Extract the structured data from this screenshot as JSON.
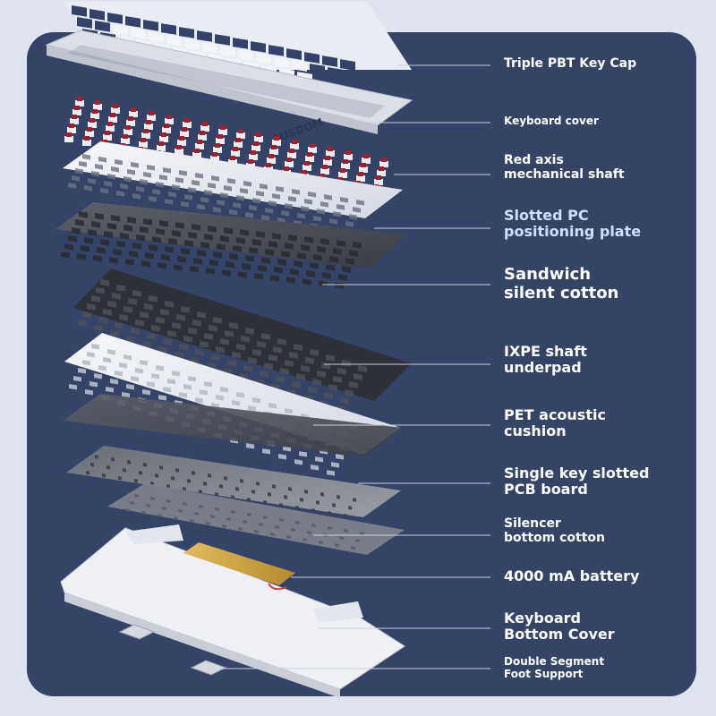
{
  "brand": "AUSDOM",
  "colors": {
    "background": "#dfe4ee",
    "panel": "#354466",
    "label_text": "#ffffff",
    "highlight_label": "#cfe0ff",
    "red_switch": "#a3202b",
    "navy_keycap": "#34426a",
    "white_keycap": "#f2f4f8",
    "battery": "#c9a24a"
  },
  "labels": [
    {
      "id": "keycap",
      "lines": [
        "Triple PBT Key Cap"
      ]
    },
    {
      "id": "cover",
      "lines": [
        "Keyboard cover"
      ]
    },
    {
      "id": "switch",
      "lines": [
        "Red axis",
        "mechanical shaft"
      ]
    },
    {
      "id": "plate",
      "lines": [
        "Slotted PC",
        "positioning plate"
      ]
    },
    {
      "id": "sandwich",
      "lines": [
        "Sandwich",
        "silent cotton"
      ]
    },
    {
      "id": "ixpe",
      "lines": [
        "IXPE shaft",
        "underpad"
      ]
    },
    {
      "id": "pet",
      "lines": [
        "PET acoustic",
        "cushion"
      ]
    },
    {
      "id": "pcb",
      "lines": [
        "Single key slotted",
        "PCB board"
      ]
    },
    {
      "id": "silencer",
      "lines": [
        "Silencer",
        "bottom cotton"
      ]
    },
    {
      "id": "battery",
      "lines": [
        "4000 mA battery"
      ]
    },
    {
      "id": "bottom",
      "lines": [
        "Keyboard",
        "Bottom Cover"
      ]
    },
    {
      "id": "feet",
      "lines": [
        "Double Segment",
        "Foot Support"
      ]
    }
  ]
}
